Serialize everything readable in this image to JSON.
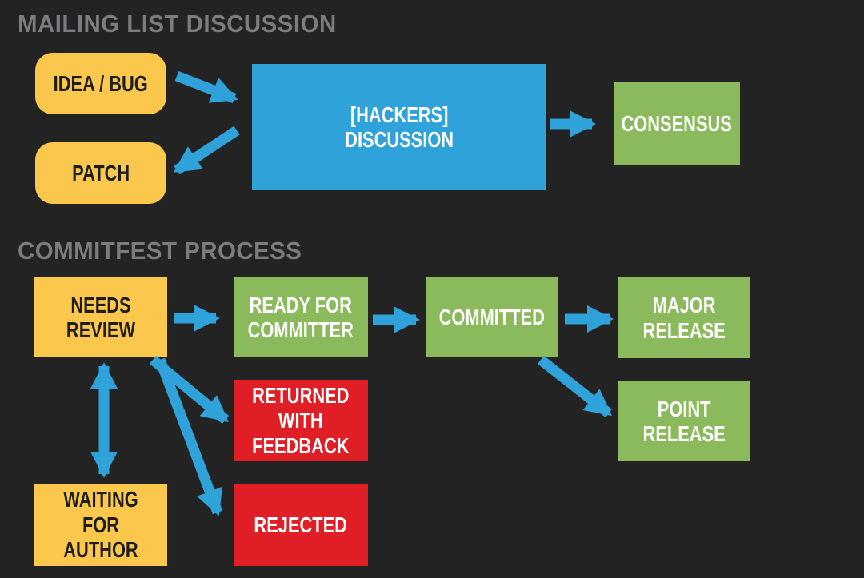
{
  "colors": {
    "background": "#232323",
    "title": "#7a7d7f",
    "yellow": "#fbc74d",
    "blue": "#2fa2d9",
    "green": "#8aba5b",
    "red": "#e01e25",
    "arrow": "#2fa2d9",
    "dark_text": "#1e1e20",
    "light_text": "#ffffff"
  },
  "sections": {
    "mailing_list": {
      "title": "MAILING LIST DISCUSSION",
      "nodes": {
        "idea_bug": {
          "label": "IDEA / BUG"
        },
        "patch": {
          "label": "PATCH"
        },
        "hackers_discussion": {
          "label": "[HACKERS]\nDISCUSSION"
        },
        "consensus": {
          "label": "CONSENSUS"
        }
      }
    },
    "commitfest": {
      "title": "COMMITFEST PROCESS",
      "nodes": {
        "needs_review": {
          "label": "NEEDS REVIEW"
        },
        "ready_for_committer": {
          "label": "READY FOR\nCOMMITTER"
        },
        "committed": {
          "label": "COMMITTED"
        },
        "major_release": {
          "label": "MAJOR\nRELEASE"
        },
        "point_release": {
          "label": "POINT\nRELEASE"
        },
        "returned_with_feedback": {
          "label": "RETURNED\nWITH\nFEEDBACK"
        },
        "rejected": {
          "label": "REJECTED"
        },
        "waiting_for_author": {
          "label": "WAITING FOR\nAUTHOR"
        }
      }
    }
  },
  "edges": [
    {
      "from": "idea_bug",
      "to": "hackers_discussion"
    },
    {
      "from": "hackers_discussion",
      "to": "patch"
    },
    {
      "from": "hackers_discussion",
      "to": "consensus"
    },
    {
      "from": "needs_review",
      "to": "ready_for_committer"
    },
    {
      "from": "ready_for_committer",
      "to": "committed"
    },
    {
      "from": "committed",
      "to": "major_release"
    },
    {
      "from": "committed",
      "to": "point_release"
    },
    {
      "from": "needs_review",
      "to": "waiting_for_author",
      "bidirectional": true
    },
    {
      "from": "needs_review",
      "to": "returned_with_feedback"
    },
    {
      "from": "needs_review",
      "to": "rejected"
    }
  ]
}
